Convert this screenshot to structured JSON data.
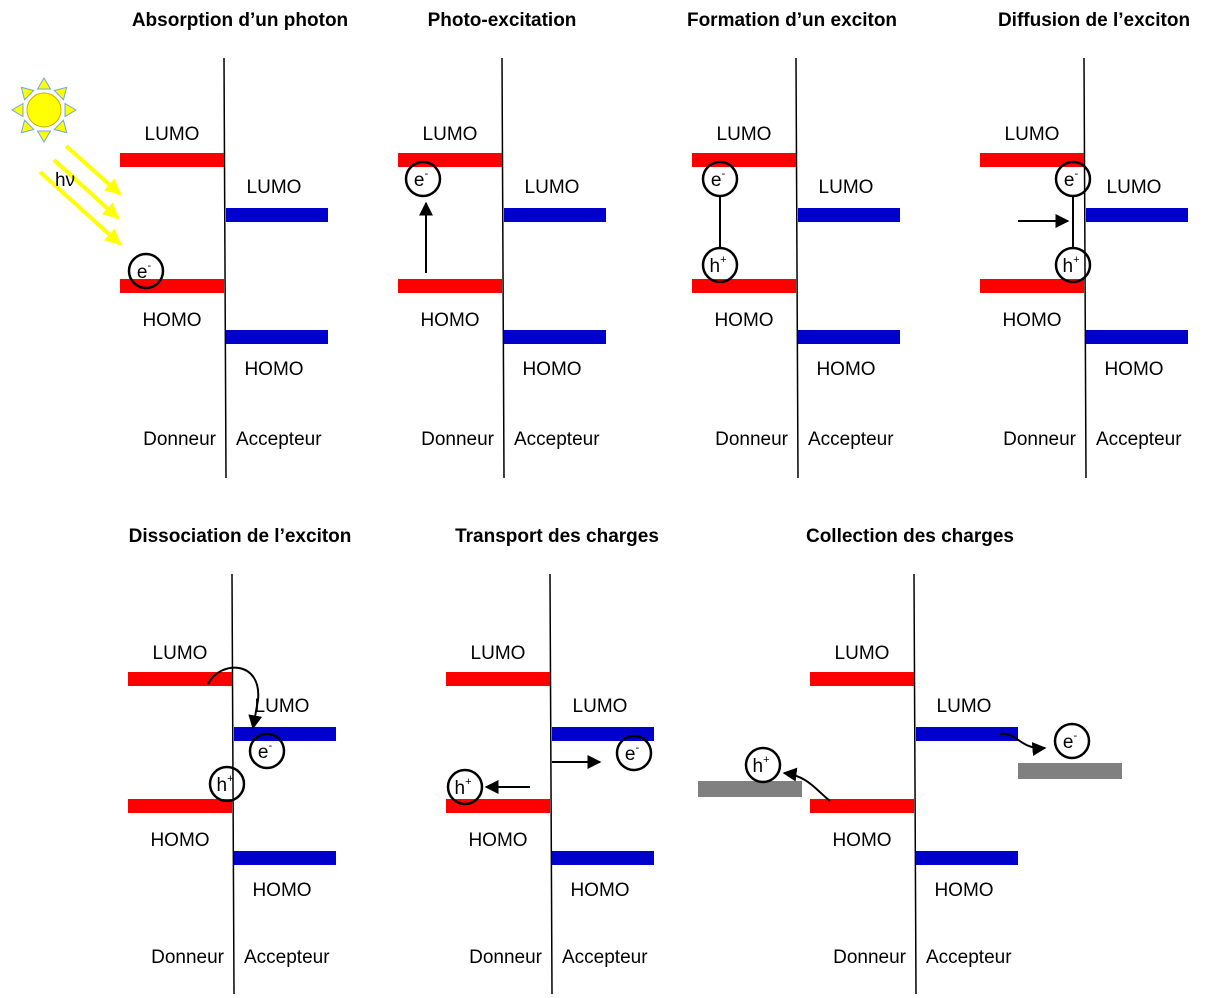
{
  "colors": {
    "donor_level": "#ff0000",
    "acceptor_level": "#0000cc",
    "electrode": "#808080",
    "photon_ray": "#ffff00",
    "sun": "#ffff00",
    "sun_outline": "#6fa8dc"
  },
  "labels": {
    "lumo": "LUMO",
    "homo": "HOMO",
    "donor": "Donneur",
    "acceptor": "Accepteur",
    "electron": "e",
    "electron_sup": "-",
    "hole": "h",
    "hole_sup": "+",
    "photon": "hν"
  },
  "panels": [
    {
      "id": "absorption",
      "title": "Absorption d’un photon"
    },
    {
      "id": "photo-excitation",
      "title": "Photo-excitation"
    },
    {
      "id": "exciton-formation",
      "title": "Formation d’un exciton"
    },
    {
      "id": "exciton-diffusion",
      "title": "Diffusion de l’exciton"
    },
    {
      "id": "exciton-dissociation",
      "title": "Dissociation de l’exciton"
    },
    {
      "id": "charge-transport",
      "title": "Transport des charges"
    },
    {
      "id": "charge-collection",
      "title": "Collection des charges"
    }
  ]
}
